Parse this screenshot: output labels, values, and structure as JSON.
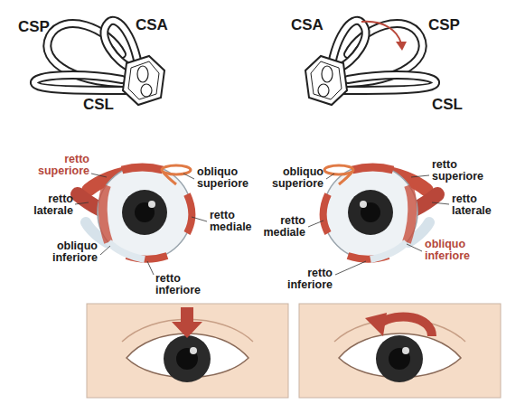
{
  "diagram": {
    "labels": [
      "CSP",
      "CSA",
      "CSL",
      "CSA",
      "CSP",
      "CSL",
      "retto superiore",
      "obliquo superiore",
      "retto laterale",
      "retto mediale",
      "obliquo inferiore",
      "retto inferiore",
      "obliquo superiore",
      "retto superiore",
      "retto laterale",
      "retto mediale",
      "retto inferiore",
      "obliquo inferiore"
    ]
  }
}
